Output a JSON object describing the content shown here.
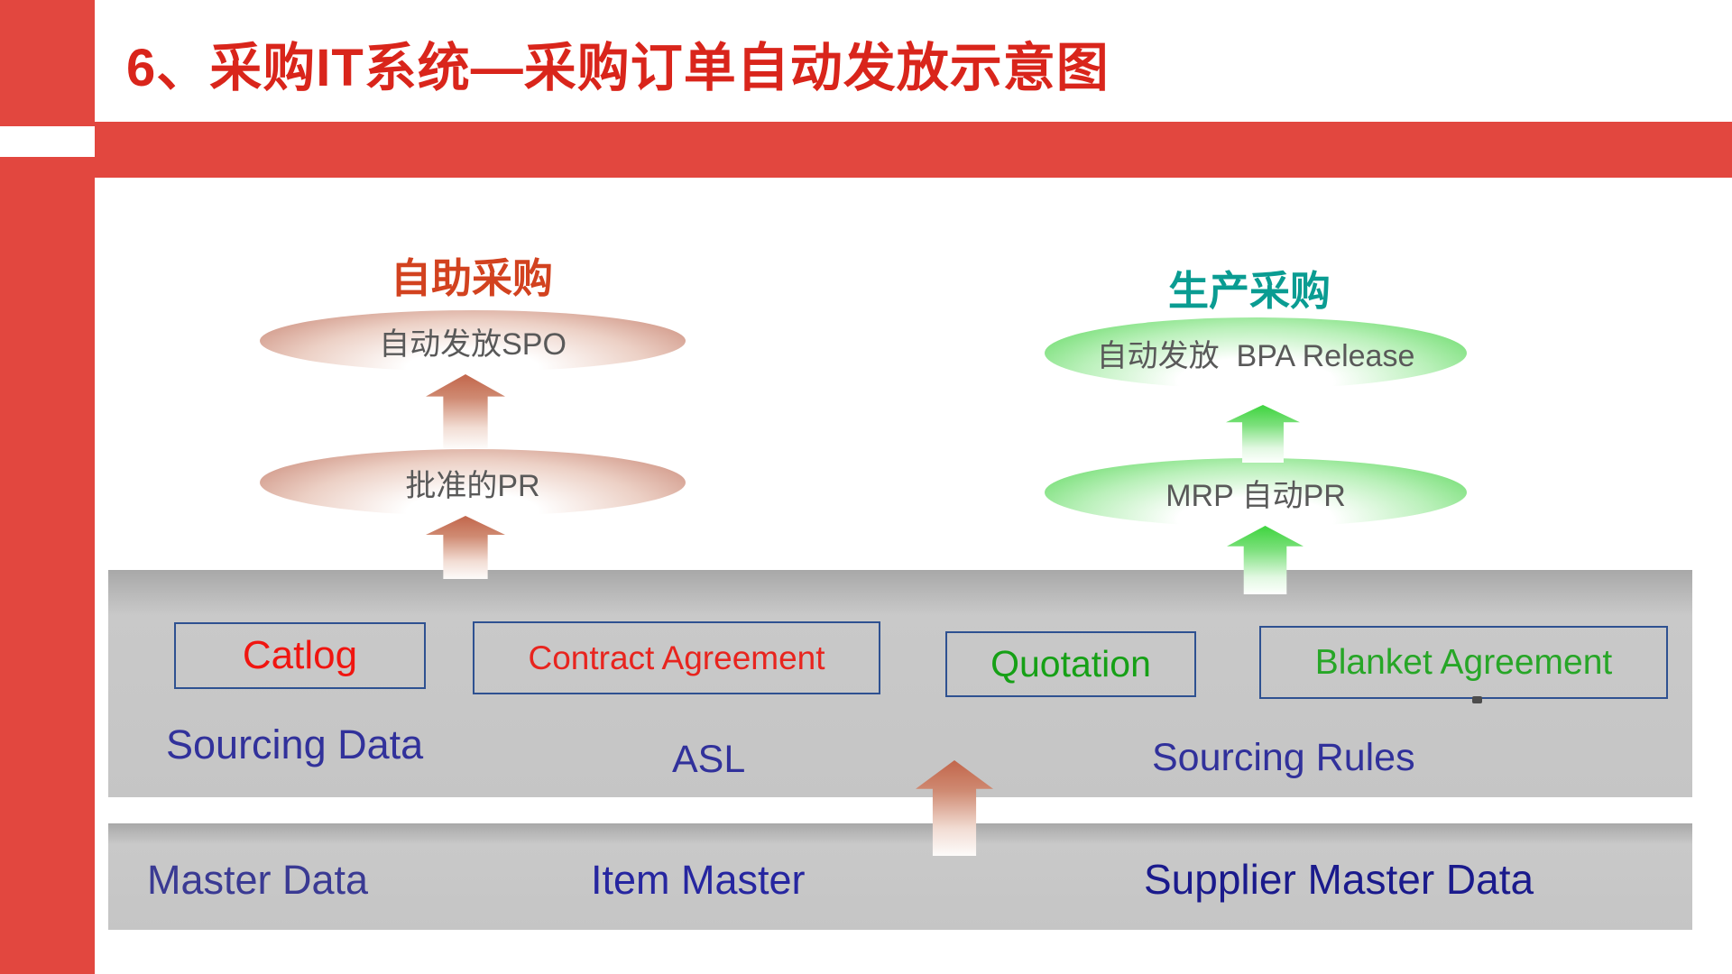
{
  "title": "6、采购IT系统—采购订单自动发放示意图",
  "flows": {
    "self_service": {
      "heading": "自助采购",
      "ellipse_top": "自动发放SPO",
      "ellipse_bottom": "批准的PR"
    },
    "production": {
      "heading": "生产采购",
      "ellipse_top": "自动发放  BPA Release",
      "ellipse_bottom": "MRP 自动PR"
    }
  },
  "sourcing_layer": {
    "layer_label": "Sourcing Data",
    "boxes": [
      "Catlog",
      "Contract Agreement",
      "Quotation",
      "Blanket Agreement"
    ],
    "asl_label": "ASL",
    "sourcing_rules_label": "Sourcing Rules",
    "stray_mark": "-"
  },
  "master_layer": {
    "layer_label": "Master Data",
    "item_master_label": "Item Master",
    "supplier_label": "Supplier Master Data"
  },
  "colors": {
    "accent_red": "#e2473f",
    "title_red": "#d9251b",
    "self_service_orange": "#d2421f",
    "production_teal": "#0a9c92",
    "catlog_red": "#f01510",
    "contract_red": "#e8241e",
    "quotation_green": "#16a016",
    "blanket_green": "#27a627",
    "navy_text": "#31319b",
    "ellipse_text_gray": "#595959",
    "panel_gray": "#c5c5c5",
    "salmon_arrow": "#c2664b",
    "green_arrow": "#3ed43e"
  }
}
